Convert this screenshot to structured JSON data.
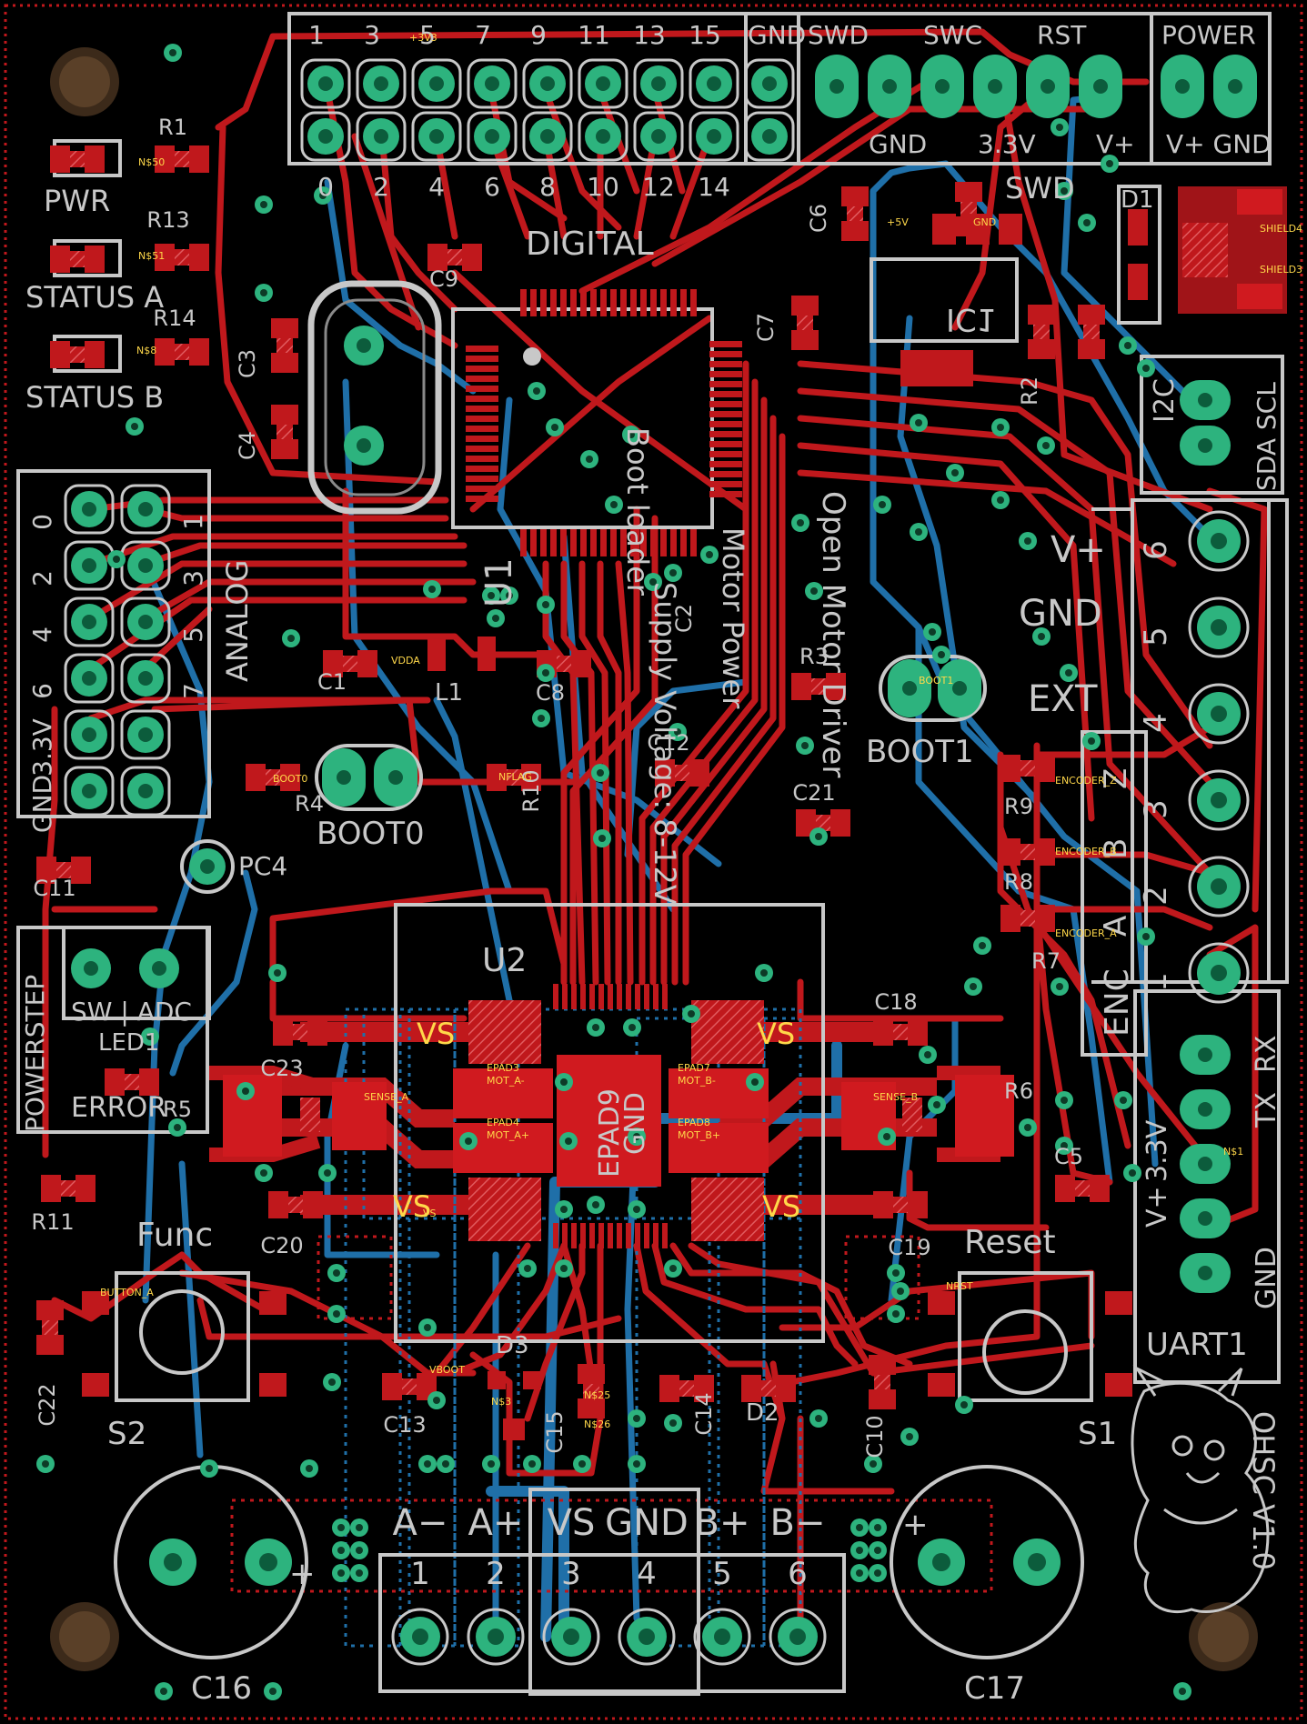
{
  "board": {
    "colors": {
      "background": "#000000",
      "silkscreen": "#c8c8c8",
      "top_copper": "#c0181c",
      "bottom_copper": "#1f6fa8",
      "plated_pad": "#2db37e",
      "net_label": "#ffd84a"
    },
    "connectors": {
      "digital": {
        "name": "DIGITAL",
        "top_pins": [
          "1",
          "3",
          "5",
          "7",
          "9",
          "11",
          "13",
          "15"
        ],
        "bottom_pins": [
          "0",
          "2",
          "4",
          "6",
          "8",
          "10",
          "12",
          "14"
        ],
        "gnd": "GND"
      },
      "swd_header": {
        "top": [
          "SWD",
          "SWC",
          "RST"
        ],
        "bottom": [
          "GND",
          "3.3V",
          "V+"
        ],
        "name": "SWD"
      },
      "power": {
        "name": "POWER",
        "pins": "V+ GND"
      },
      "analog": {
        "name": "ANALOG",
        "left_pins": [
          "0",
          "2",
          "4",
          "6",
          "3.3V",
          "GND"
        ],
        "right_pins": [
          "1",
          "3",
          "5",
          "7"
        ]
      },
      "i2c": {
        "name": "I2C",
        "pins": "SDA SCL"
      },
      "ext": {
        "name": "EXT",
        "labels": [
          "V+",
          "GND"
        ],
        "pins": [
          "6",
          "5",
          "4",
          "3",
          "2",
          "1"
        ]
      },
      "enc": {
        "name": "ENC",
        "labels": [
          "A",
          "B",
          "Z"
        ]
      },
      "uart": {
        "name": "UART1",
        "labels": [
          "TX",
          "RX",
          "V+",
          "3.3V",
          "GND"
        ]
      },
      "powerstep": {
        "name": "POWERSTEP",
        "pins": "SW | ADC"
      },
      "motor_header": {
        "labels": [
          "A−",
          "A+",
          "VS",
          "GND",
          "B+",
          "B−"
        ],
        "pins": [
          "1",
          "2",
          "3",
          "4",
          "5",
          "6"
        ]
      }
    },
    "silkscreen_labels": {
      "pwr": "PWR",
      "status_a": "STATUS A",
      "status_b": "STATUS B",
      "boot0": "BOOT0",
      "boot1": "BOOT1",
      "pc4": "PC4",
      "led1": "LED1",
      "error": "ERROR",
      "func": "Func",
      "reset": "Reset",
      "s1": "S1",
      "s2": "S2",
      "u1": "U1",
      "u2": "U2",
      "d1": "D1",
      "d2": "D2",
      "d3": "D3",
      "ic1": "IC1",
      "l1": "L1",
      "c16": "C16",
      "c17": "C17",
      "version": "OHSC V1.0",
      "epad": "EPAD9",
      "epad_gnd": "GND",
      "vs": "VS",
      "mirror_text": [
        "Open Motor Driver",
        "Supply Voltage: 8-12V",
        "Motor Power",
        "Boot loader"
      ]
    },
    "designators": [
      "R1",
      "R2",
      "R3",
      "R4",
      "R5",
      "R6",
      "R7",
      "R8",
      "R9",
      "R10",
      "R11",
      "R13",
      "R14",
      "C1",
      "C2",
      "C3",
      "C4",
      "C5",
      "C6",
      "C7",
      "C8",
      "C9",
      "C10",
      "C11",
      "C12",
      "C13",
      "C14",
      "C15",
      "C18",
      "C19",
      "C20",
      "C21",
      "C22",
      "C23"
    ],
    "net_labels": [
      "+3V3",
      "+5V",
      "VDDA",
      "VS",
      "GND",
      "N$50",
      "N$51",
      "N$8",
      "N$3",
      "N$1",
      "NRST",
      "BUTTON_A",
      "BOOT0",
      "BOOT1",
      "NFLAG",
      "ENCODER_A",
      "ENCODER_B",
      "ENCODER_Z",
      "SENSE_A",
      "SENSE_B",
      "EPAD3",
      "EPAD4",
      "EPAD7",
      "EPAD8",
      "MOT_A-",
      "MOT_A+",
      "MOT_B-",
      "MOT_B+",
      "SHIELD3",
      "SHIELD4",
      "VBOOT",
      "N$25",
      "N$26"
    ]
  }
}
